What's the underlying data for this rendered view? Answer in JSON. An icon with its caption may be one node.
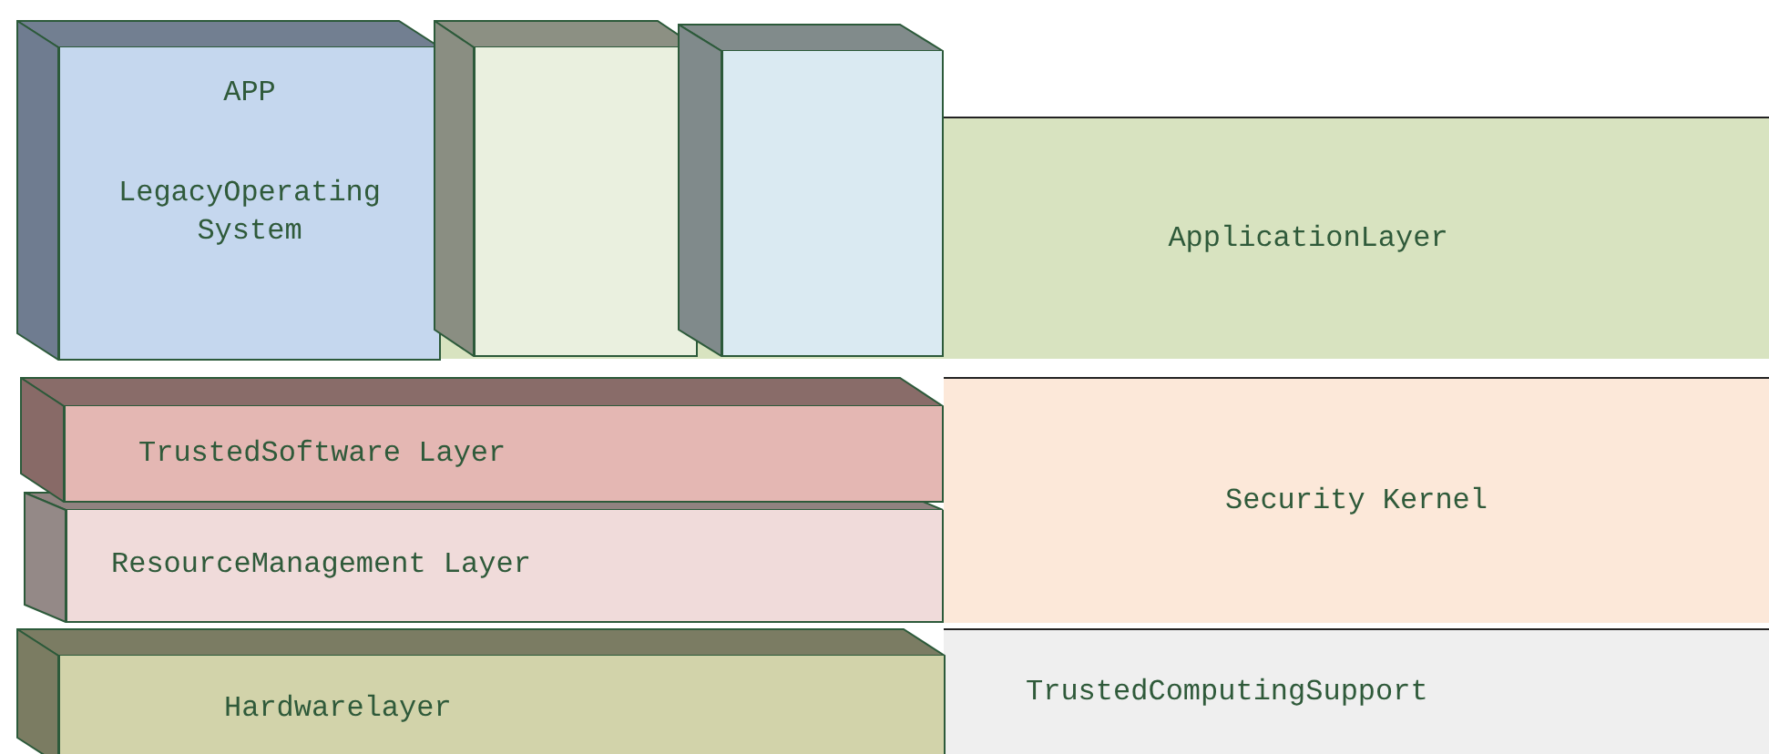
{
  "diagram": {
    "nodes": [
      {
        "text": [
          "APP",
          "LegacyOperating System"
        ]
      },
      {
        "text": [],
        "shape": "box"
      },
      {
        "text": [],
        "shape": "box"
      },
      {
        "text": [
          "ApplicationLayer"
        ]
      },
      {
        "text": [
          "TrustedSoftware Layer"
        ]
      },
      {
        "text": [
          "ResourceManagement Layer"
        ]
      },
      {
        "text": [
          "Security Kernel"
        ]
      },
      {
        "text": [
          "Hardwarelayer"
        ]
      },
      {
        "text": [
          "TrustedComputingSupport"
        ]
      }
    ]
  }
}
